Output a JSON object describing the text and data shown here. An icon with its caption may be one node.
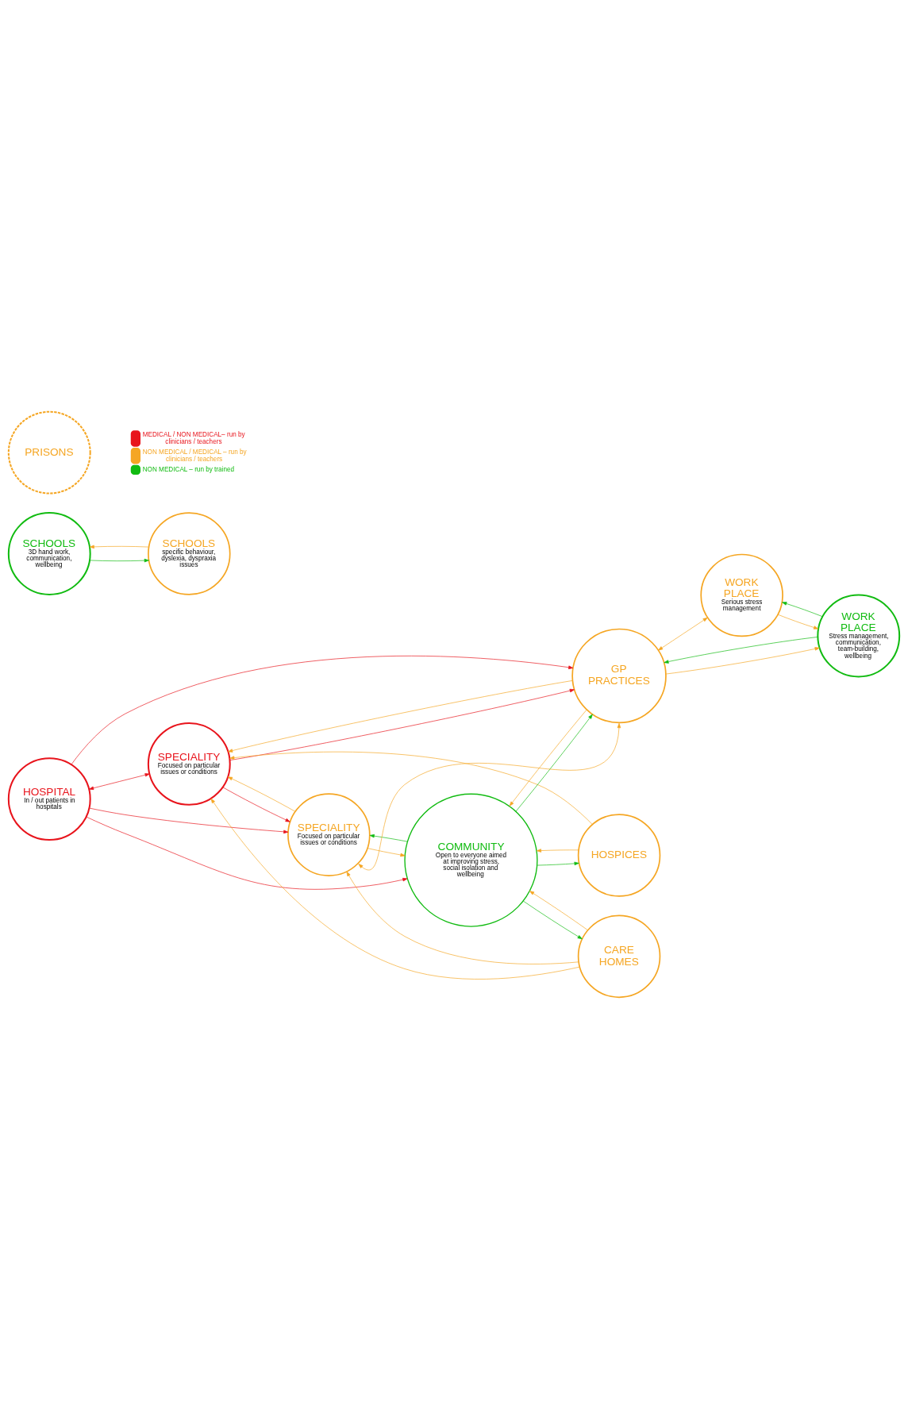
{
  "diagram": {
    "nodes": [
      {
        "text": [
          "HOSPITAL",
          "In / out patients in hospitals"
        ]
      },
      {
        "text": [
          "SPECIALITY",
          "Focused on particular issues or conditions"
        ]
      },
      {
        "text": [
          "CARE HOMES"
        ]
      },
      {
        "text": [
          "HOSPICES"
        ]
      },
      {
        "text": [
          "SPECIALITY",
          "Focused on particular issues or conditions"
        ]
      },
      {
        "text": [
          "COMMUNITY",
          "Open to everyone aimed at improving stress, social isolation and wellbeing"
        ]
      },
      {
        "text": [
          "SCHOOLS",
          "3D hand work, communication, wellbeing"
        ]
      },
      {
        "text": [
          "SCHOOLS",
          "specific behaviour, dyslexia, dyspraxia issues"
        ]
      },
      {
        "text": [
          "WORK PLACE",
          "Stress management, communication, team-building, wellbeing"
        ]
      },
      {
        "text": [
          "WORK PLACE",
          "Serious stress management"
        ]
      },
      {
        "text": [
          "GP PRACTICES"
        ]
      },
      {
        "text": [
          "PRISONS"
        ]
      }
    ],
    "edges": [
      {
        "from": 0,
        "to": 1,
        "arrow": "both",
        "color": "#e8141c"
      },
      {
        "from": 0,
        "to": 4,
        "arrow": "to",
        "color": "#e8141c"
      },
      {
        "from": 0,
        "to": 10,
        "arrow": "to",
        "color": "#e8141c"
      },
      {
        "from": 0,
        "to": 5,
        "arrow": "to",
        "color": "#e8141c"
      },
      {
        "from": 1,
        "to": 4,
        "arrow": "to",
        "color": "#e8141c"
      },
      {
        "from": 1,
        "to": 10,
        "arrow": "to",
        "color": "#e8141c"
      },
      {
        "from": 3,
        "to": 1,
        "arrow": "to"
      },
      {
        "from": 2,
        "to": 1,
        "arrow": "to"
      },
      {
        "from": 2,
        "to": 4,
        "arrow": "to"
      },
      {
        "from": 2,
        "to": 5,
        "arrow": "to"
      },
      {
        "from": 5,
        "to": 2,
        "arrow": "to",
        "color": "#11bb11"
      },
      {
        "from": 5,
        "to": 3,
        "arrow": "to",
        "color": "#11bb11"
      },
      {
        "from": 3,
        "to": 5,
        "arrow": "to"
      },
      {
        "from": 4,
        "to": 1,
        "arrow": "to"
      },
      {
        "from": 10,
        "to": 1,
        "arrow": "to"
      },
      {
        "from": 5,
        "to": 4,
        "arrow": "to",
        "color": "#11bb11"
      },
      {
        "from": 4,
        "to": 5,
        "arrow": "to"
      },
      {
        "from": 10,
        "to": 4,
        "arrow": "both"
      },
      {
        "from": 10,
        "to": 5,
        "arrow": "to"
      },
      {
        "from": 5,
        "to": 10,
        "arrow": "to",
        "color": "#11bb11"
      },
      {
        "from": 8,
        "to": 10,
        "arrow": "to",
        "color": "#11bb11"
      },
      {
        "from": 10,
        "to": 8,
        "arrow": "to"
      },
      {
        "from": 10,
        "to": 9,
        "arrow": "both"
      },
      {
        "from": 8,
        "to": 9,
        "arrow": "to",
        "color": "#11bb11"
      },
      {
        "from": 9,
        "to": 8,
        "arrow": "to"
      },
      {
        "from": 6,
        "to": 7,
        "arrow": "to",
        "color": "#11bb11"
      },
      {
        "from": 7,
        "to": 6,
        "arrow": "to"
      }
    ],
    "legend": [
      {
        "text": "MEDICAL / NON MEDICAL– run by clinicians / teachers",
        "color": "#e8141c"
      },
      {
        "text": "NON MEDICAL / MEDICAL – run by clinicians / teachers",
        "color": "#f5a623"
      },
      {
        "text": "NON MEDICAL – run by trained",
        "color": "#11bb11"
      }
    ]
  }
}
